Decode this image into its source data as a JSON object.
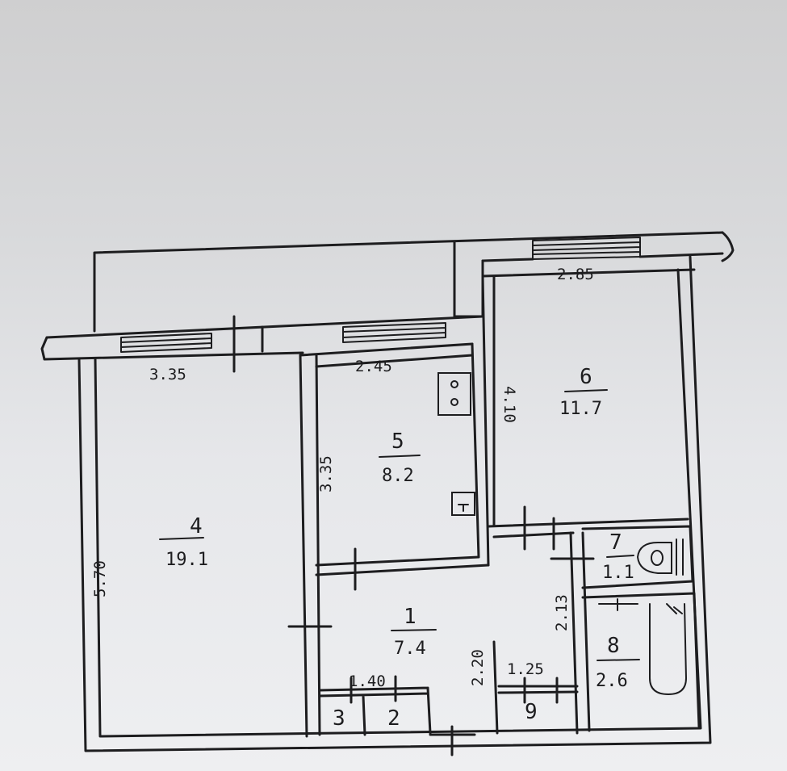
{
  "rooms": [
    {
      "number": "1",
      "area": "7.4"
    },
    {
      "number": "2",
      "area": ""
    },
    {
      "number": "3",
      "area": ""
    },
    {
      "number": "4",
      "area": "19.1"
    },
    {
      "number": "5",
      "area": "8.2"
    },
    {
      "number": "6",
      "area": "11.7"
    },
    {
      "number": "7",
      "area": "1.1"
    },
    {
      "number": "8",
      "area": "2.6"
    },
    {
      "number": "9",
      "area": ""
    }
  ],
  "dimensions": {
    "room4_width": "3.35",
    "room4_length": "5.70",
    "room5_width": "2.45",
    "room5_length": "3.35",
    "room6_width": "2.85",
    "room6_length": "4.10",
    "hall_length": "2.20",
    "bath_length": "2.13",
    "closet_width": "1.40",
    "niche_width": "1.25"
  }
}
